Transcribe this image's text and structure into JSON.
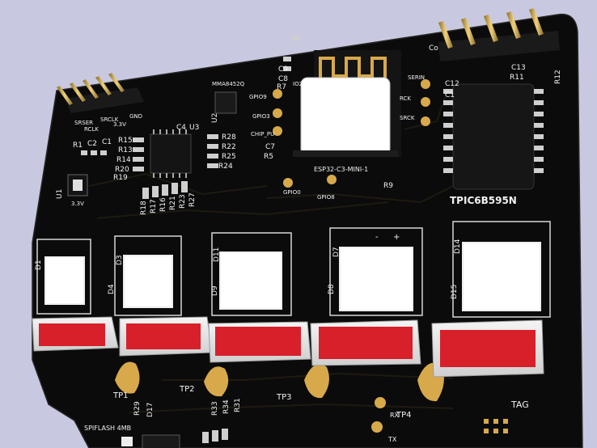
{
  "colors": {
    "background": "#c8c9e0",
    "board": "#0b0b0b",
    "silkscreen": "#f2f2f2",
    "copper_pad": "#d8a94a",
    "led_red": "#d8202b",
    "led_body": "#e6e6e6",
    "module_shield": "#ffffff"
  },
  "labels": {
    "connector_left_signals": [
      "SRSER",
      "SRCLK",
      "RCLK",
      "3.3V",
      "GND"
    ],
    "u1": "U1",
    "u1_rail": "3.3V",
    "r1": "R1",
    "c2": "C2",
    "c1": "C1",
    "accel": "MMA8452Q",
    "c4": "C4",
    "u3": "U3",
    "u2": "U2",
    "r_left": [
      "R15",
      "R13",
      "R14",
      "R20",
      "R19"
    ],
    "r_mid": [
      "R28",
      "R22",
      "R25",
      "R24"
    ],
    "r_row": [
      "R18",
      "R17",
      "R16",
      "R21",
      "R23",
      "R27"
    ],
    "gpio9": "GPIO9",
    "gpio3": "GPIO3",
    "chip_pu": "CHIP_PU",
    "gpio0": "GPIO0",
    "gpio8": "GPIO8",
    "c9": "C9",
    "c8": "C8",
    "r7": "R7",
    "io2": "IO2",
    "c7": "C7",
    "r5": "R5",
    "module": "ESP32-C3-MINI-1",
    "r9": "R9",
    "serin": "SERIN",
    "rck": "RCK",
    "srck": "SRCK",
    "c12": "C12",
    "c11": "C1",
    "r11": "R11",
    "c13": "C13",
    "r12": "R12",
    "right_conn": "Co",
    "shift_reg": "TPIC6B595N",
    "diodes_top": [
      "D1",
      "D3",
      "D11",
      "D7",
      "D14"
    ],
    "diodes_bottom": [
      "D4",
      "D9",
      "D8",
      "D15"
    ],
    "testpoints": [
      "TP1",
      "TP2",
      "TP3",
      "TP4"
    ],
    "rx": "RX",
    "tx": "TX",
    "tag": "TAG",
    "spiflash": "SPIFLASH 4MB",
    "r29": "R29",
    "d17": "D17",
    "r_bottom": [
      "R33",
      "R34",
      "R31"
    ],
    "pin_marks": [
      "+",
      "-"
    ]
  }
}
